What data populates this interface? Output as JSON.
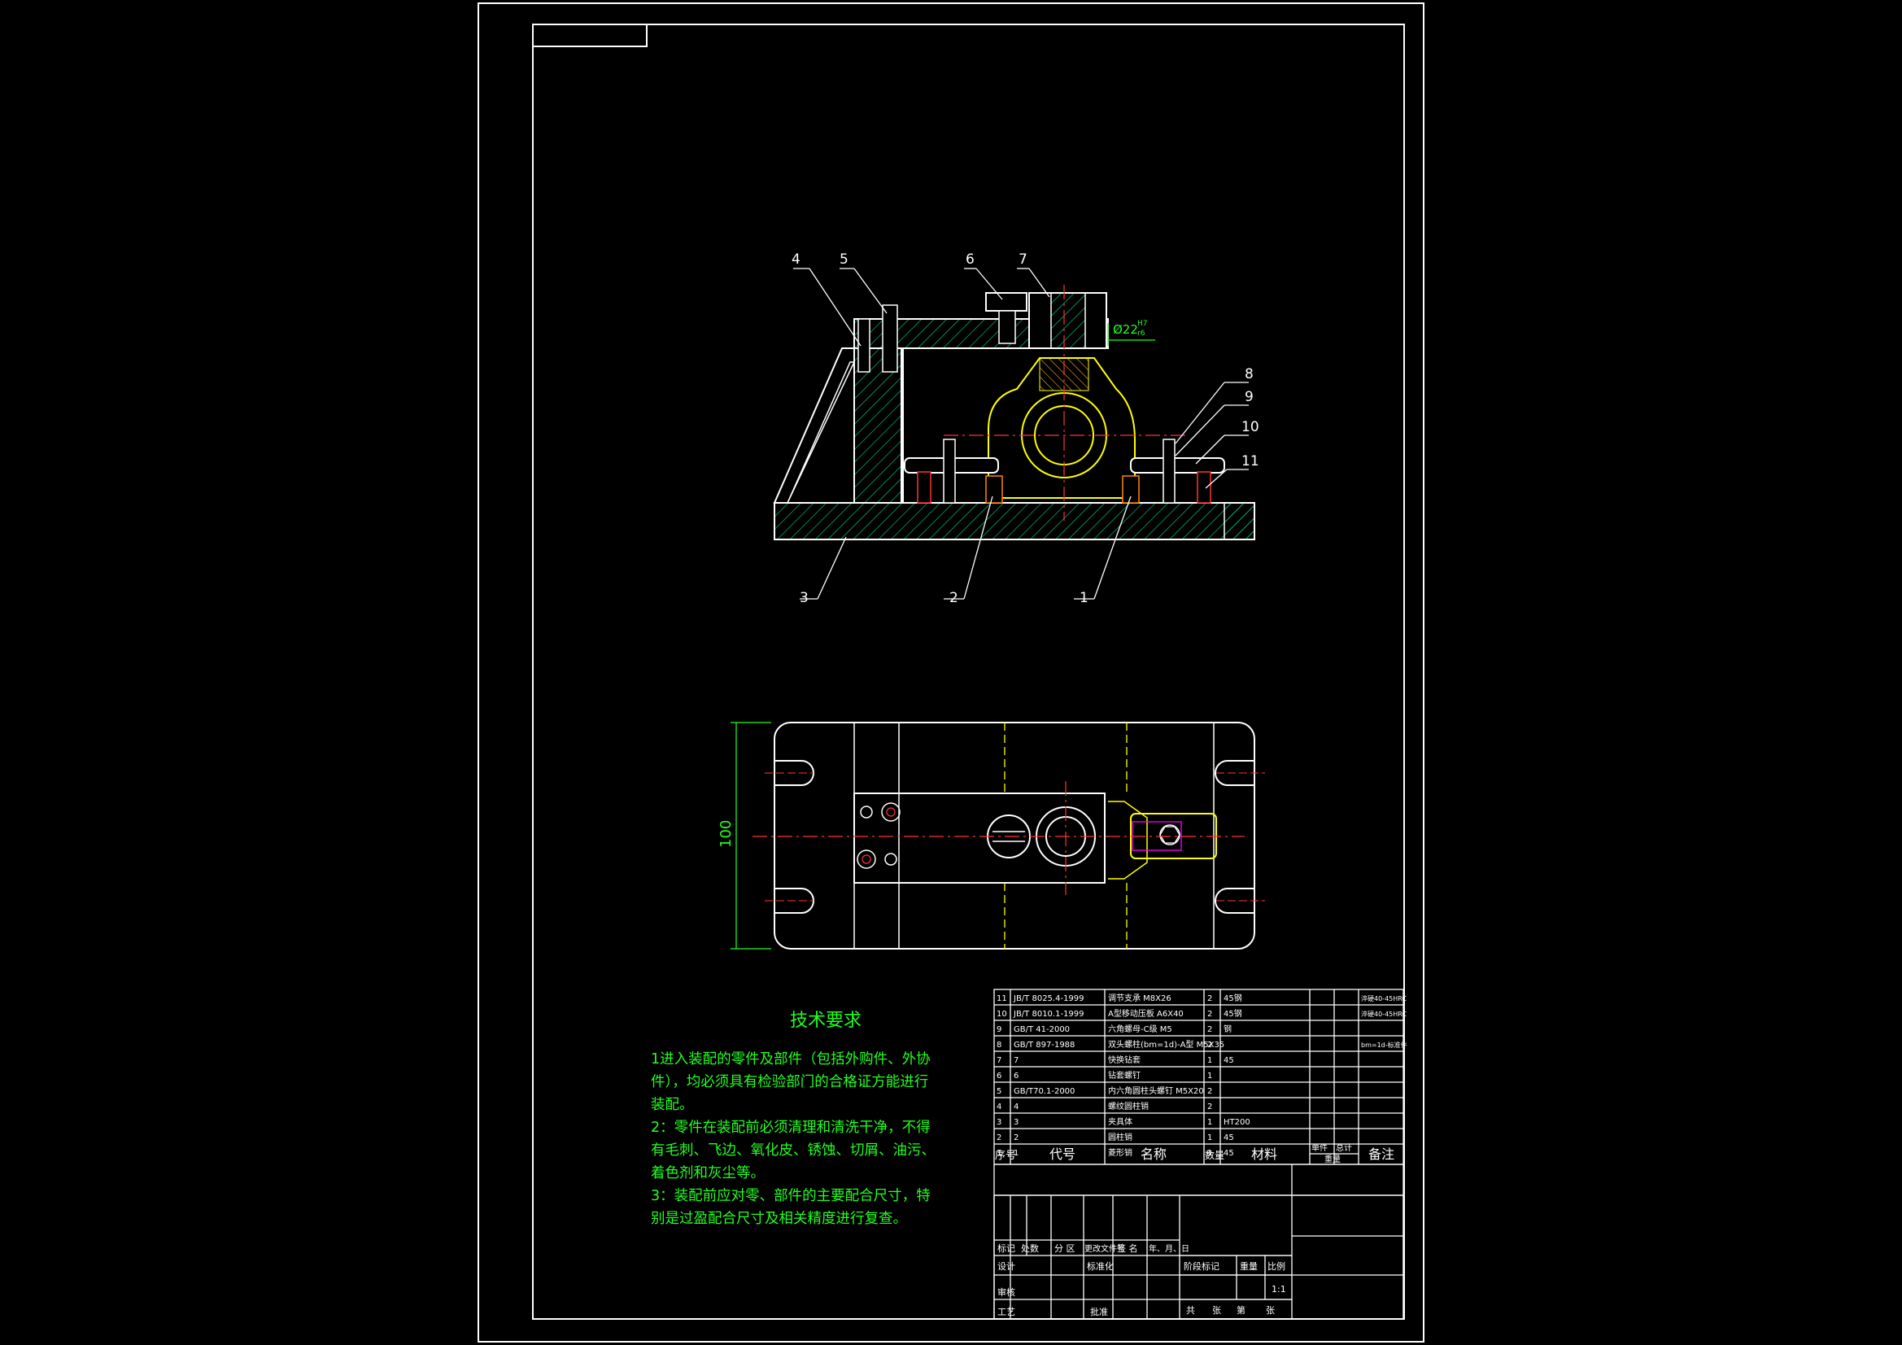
{
  "drawing": {
    "view1_item_numbers": [
      "1",
      "2",
      "3",
      "4",
      "5",
      "6",
      "7",
      "8",
      "9",
      "10",
      "11"
    ],
    "fit_tolerance": {
      "prefix": "Ø22",
      "upper": "H7",
      "lower": "r6"
    },
    "view2_dimension": "100"
  },
  "tech_requirements": {
    "title": "技术要求",
    "lines": [
      "1进入装配的零件及部件（包括外购件、外协",
      "件），均必须具有检验部门的合格证方能进行",
      "装配。",
      "2：零件在装配前必须清理和清洗干净，不得",
      "有毛刺、飞边、氧化皮、锈蚀、切屑、油污、",
      "着色剂和灰尘等。",
      "3：装配前应对零、部件的主要配合尺寸，特",
      "别是过盈配合尺寸及相关精度进行复查。"
    ]
  },
  "bom": {
    "rows": [
      {
        "no": "11",
        "code": "JB/T 8025.4-1999",
        "name": "调节支承 M8X26",
        "qty": "2",
        "material": "45钢",
        "note": "淬硬40-45HRC"
      },
      {
        "no": "10",
        "code": "JB/T 8010.1-1999",
        "name": "A型移动压板 A6X40",
        "qty": "2",
        "material": "45钢",
        "note": "淬硬40-45HRC"
      },
      {
        "no": "9",
        "code": "GB/T 41-2000",
        "name": "六角螺母-C级 M5",
        "qty": "2",
        "material": "钢",
        "note": ""
      },
      {
        "no": "8",
        "code": "GB/T 897-1988",
        "name": "双头螺柱(bm=1d)-A型 M5X35",
        "qty": "2",
        "material": "",
        "note": "bm=1d-标准件"
      },
      {
        "no": "7",
        "code": "7",
        "name": "快换钻套",
        "qty": "1",
        "material": "45",
        "note": ""
      },
      {
        "no": "6",
        "code": "6",
        "name": "钻套螺钉",
        "qty": "1",
        "material": "",
        "note": ""
      },
      {
        "no": "5",
        "code": "GB/T70.1-2000",
        "name": "内六角圆柱头螺钉 M5X20",
        "qty": "2",
        "material": "",
        "note": ""
      },
      {
        "no": "4",
        "code": "4",
        "name": "螺纹圆柱销",
        "qty": "2",
        "material": "",
        "note": ""
      },
      {
        "no": "3",
        "code": "3",
        "name": "夹具体",
        "qty": "1",
        "material": "HT200",
        "note": ""
      },
      {
        "no": "2",
        "code": "2",
        "name": "圆柱销",
        "qty": "1",
        "material": "45",
        "note": ""
      },
      {
        "no": "1",
        "code": "1",
        "name": "菱形销",
        "qty": "1",
        "material": "45",
        "note": ""
      }
    ],
    "header": {
      "no": "序号",
      "code": "代号",
      "name": "名称",
      "qty": "数量",
      "material": "材料",
      "single": "单件",
      "total": "总计",
      "weight": "重量",
      "note": "备注"
    }
  },
  "title_block": {
    "mark": "标记",
    "count": "处数",
    "zone": "分 区",
    "docno": "更改文件号",
    "sign": "签 名",
    "date": "年、月、日",
    "design": "设计",
    "standard": "标准化",
    "review": "审核",
    "process": "工艺",
    "approve": "批准",
    "stage": "阶段标记",
    "weight": "重量",
    "scale": "比例",
    "scale_value": "1:1",
    "total": "共",
    "sheets": "张",
    "page": "第",
    "page_unit": "张"
  }
}
